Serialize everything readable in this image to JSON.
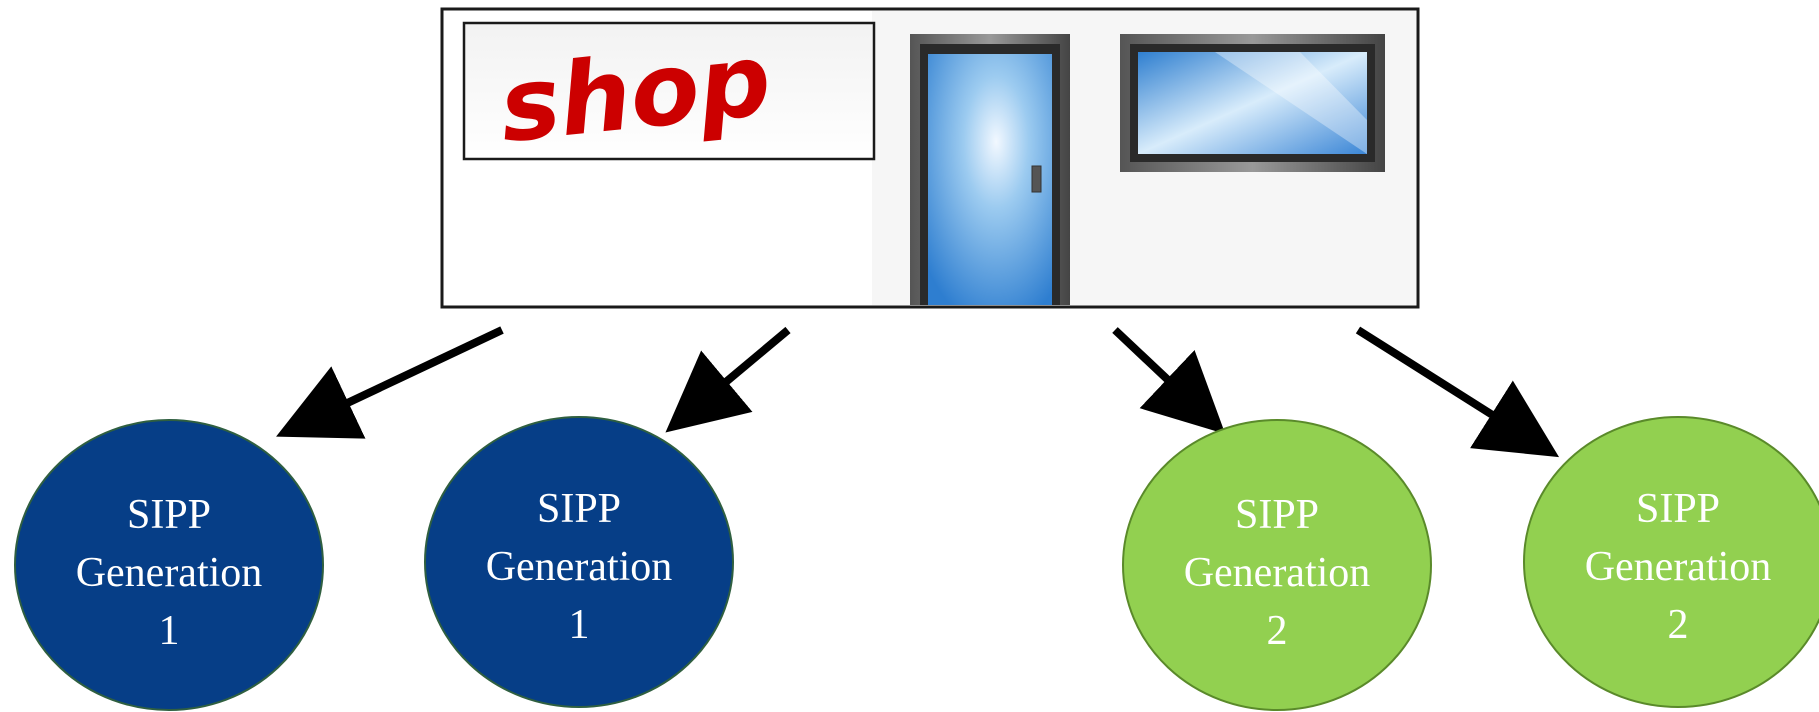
{
  "shop": {
    "sign_text": "shop",
    "sign_color": "#cc0000",
    "door_icon": "glass-door",
    "window_icon": "glass-window"
  },
  "nodes": [
    {
      "line1": "SIPP",
      "line2": "Generation",
      "line3": "1",
      "color": "#063e87"
    },
    {
      "line1": "SIPP",
      "line2": "Generation",
      "line3": "1",
      "color": "#063e87"
    },
    {
      "line1": "SIPP",
      "line2": "Generation",
      "line3": "2",
      "color": "#92d050"
    },
    {
      "line1": "SIPP",
      "line2": "Generation",
      "line3": "2",
      "color": "#92d050"
    }
  ],
  "edges": [
    {
      "from": "shop",
      "to": 0
    },
    {
      "from": "shop",
      "to": 1
    },
    {
      "from": "shop",
      "to": 2
    },
    {
      "from": "shop",
      "to": 3
    }
  ]
}
